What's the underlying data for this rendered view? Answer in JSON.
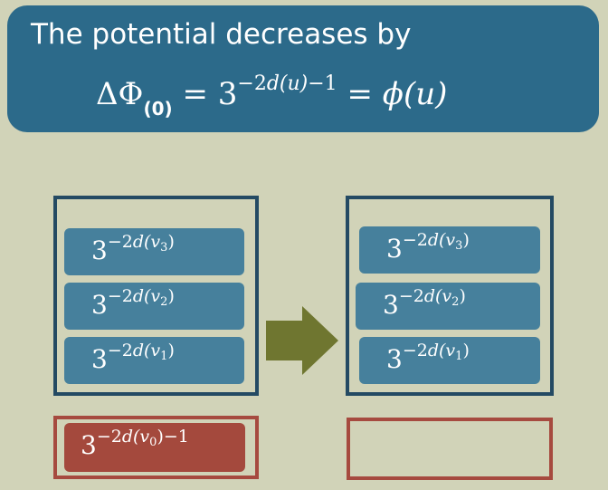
{
  "banner": {
    "line1": "The potential decreases  by",
    "delta_phi": "ΔΦ",
    "delta_sub": "(0)",
    "eq1": " = 3",
    "exp_main": "−2",
    "exp_var": "d(u)",
    "exp_tail": "−1",
    "eq2": " = ",
    "rhs": "ϕ(u)"
  },
  "left_stack": {
    "terms": [
      {
        "base": "3",
        "exp": "−2",
        "var": "d(v",
        "sub": "3",
        "close": ")"
      },
      {
        "base": "3",
        "exp": "−2",
        "var": "d(v",
        "sub": "2",
        "close": ")"
      },
      {
        "base": "3",
        "exp": "−2",
        "var": "d(v",
        "sub": "1",
        "close": ")"
      }
    ]
  },
  "left_bottom": {
    "base": "3",
    "exp": "−2",
    "var": "d(v",
    "sub": "0",
    "close": ")",
    "tail": "−1"
  },
  "right_stack": {
    "terms": [
      {
        "base": "3",
        "exp": "−2",
        "var": "d(v",
        "sub": "3",
        "close": ")"
      },
      {
        "base": "3",
        "exp": "−2",
        "var": "d(v",
        "sub": "2",
        "close": ")"
      },
      {
        "base": "3",
        "exp": "−2",
        "var": "d(v",
        "sub": "1",
        "close": ")"
      }
    ]
  },
  "colors": {
    "background": "#d1d3b8",
    "banner": "#2c6a8a",
    "term_blue": "#46809c",
    "term_red": "#a4493d",
    "frame_blue": "#244a63",
    "frame_red": "#a64a3f",
    "arrow": "#6f7630"
  }
}
